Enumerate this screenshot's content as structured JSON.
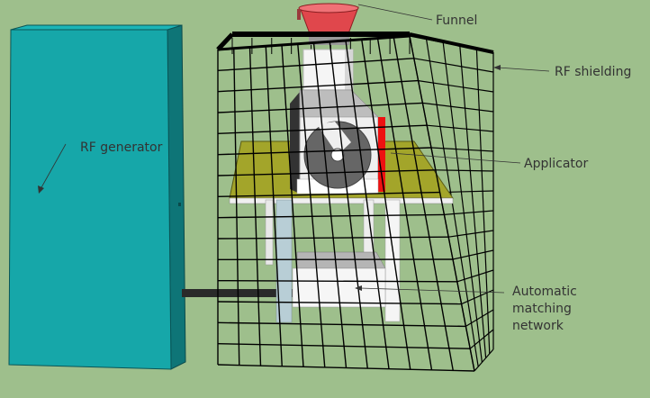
{
  "labels": {
    "funnel": "Funnel",
    "rf_shielding": "RF shielding",
    "rf_generator": "RF generator",
    "applicator": "Applicator",
    "matching_line1": "Automatic",
    "matching_line2": "matching",
    "matching_line3": "network"
  },
  "colors": {
    "background": "#9ebf8c",
    "generator_front": "#16a7a9",
    "generator_side": "#0e7577",
    "funnel": "#e0474c",
    "table_top": "#a3a52a",
    "cage_wire": "#000000",
    "applicator_stripe": "#ee1111"
  }
}
